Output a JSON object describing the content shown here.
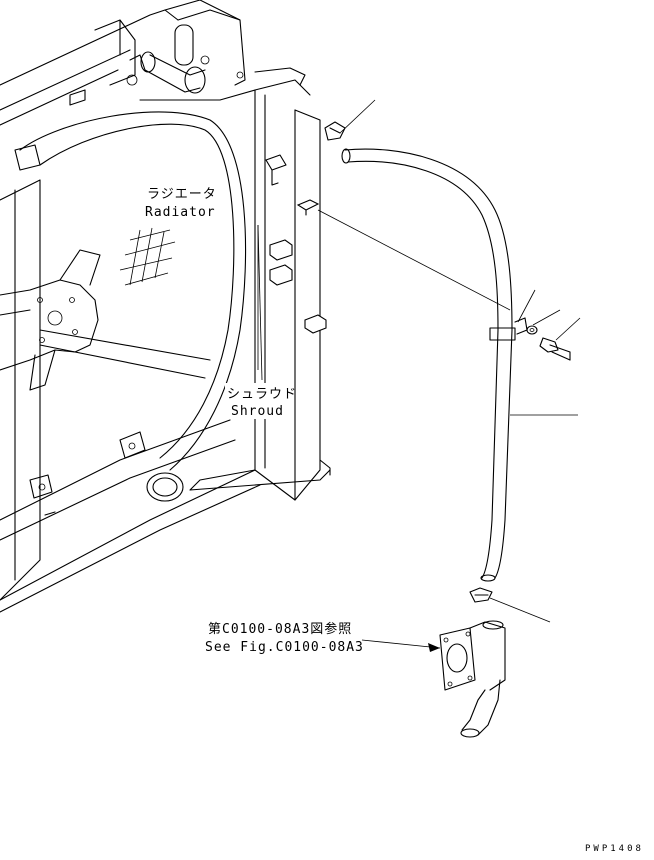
{
  "labels": {
    "radiator_jp": "ラジエータ",
    "radiator_en": "Radiator",
    "shroud_jp": "シュラウド",
    "shroud_en": "Shroud",
    "ref_jp": "第C0100-08A3図参照",
    "ref_en": "See Fig.C0100-08A3",
    "drawing_code": "PWP1408"
  }
}
